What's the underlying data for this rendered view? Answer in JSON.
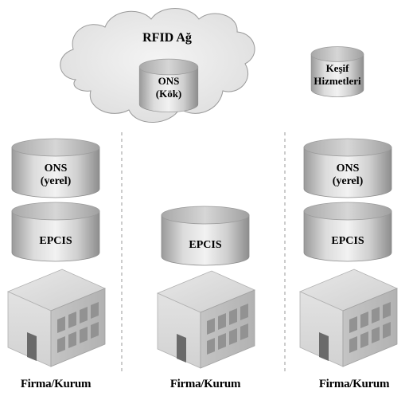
{
  "cloud": {
    "label": "RFID Ağ"
  },
  "root_ons": {
    "line1": "ONS",
    "line2": "(Kök)"
  },
  "discovery": {
    "line1": "Keşif",
    "line2": "Hizmetleri"
  },
  "columns": [
    {
      "ons": {
        "line1": "ONS",
        "line2": "(yerel)"
      },
      "epcis": "EPCIS",
      "building_label": "Firma/Kurum"
    },
    {
      "epcis": "EPCIS",
      "building_label": "Firma/Kurum"
    },
    {
      "ons": {
        "line1": "ONS",
        "line2": "(yerel)"
      },
      "epcis": "EPCIS",
      "building_label": "Firma/Kurum"
    }
  ]
}
